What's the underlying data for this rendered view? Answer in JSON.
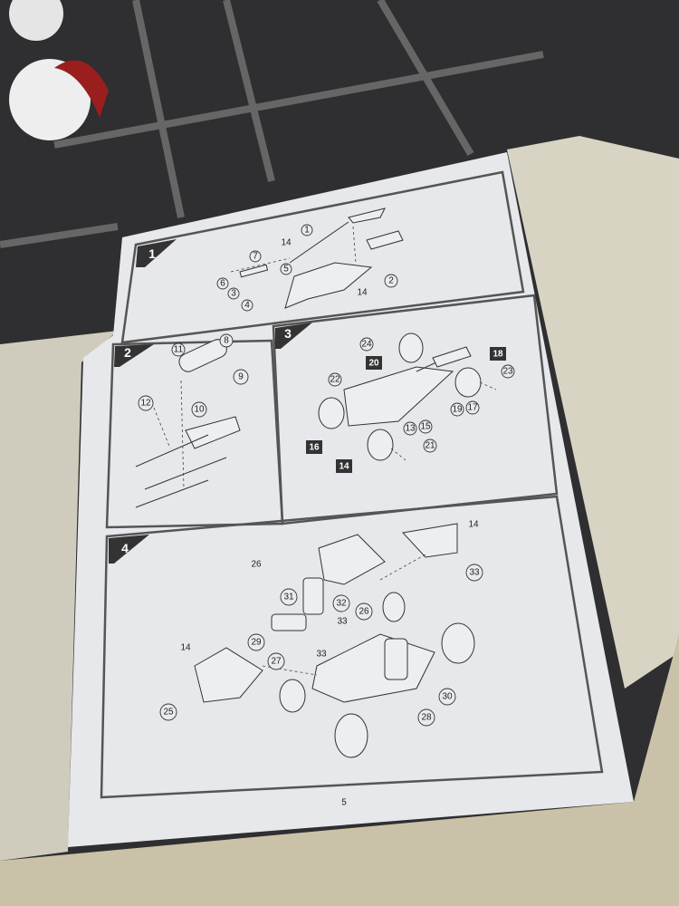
{
  "sheet": {
    "page_number": "5",
    "steps": [
      {
        "number": "1",
        "labels": [
          "1",
          "14",
          "7",
          "5",
          "6",
          "3",
          "2",
          "14",
          "4"
        ]
      },
      {
        "number": "2",
        "labels": [
          "11",
          "8",
          "9",
          "12",
          "10"
        ]
      },
      {
        "number": "3",
        "labels": [
          "24",
          "20",
          "18",
          "22",
          "23",
          "19",
          "17",
          "13",
          "15",
          "21",
          "16",
          "14"
        ]
      },
      {
        "number": "4",
        "labels": [
          "14",
          "33",
          "26",
          "31",
          "32",
          "26",
          "33",
          "29",
          "27",
          "33",
          "14",
          "25",
          "30",
          "28"
        ]
      }
    ]
  },
  "colors": {
    "paper": "#e6e8eb",
    "frame": "#555555",
    "badge": "#333333",
    "fabric_dark": "#3a393c",
    "fabric_light": "#d9d6c6"
  }
}
